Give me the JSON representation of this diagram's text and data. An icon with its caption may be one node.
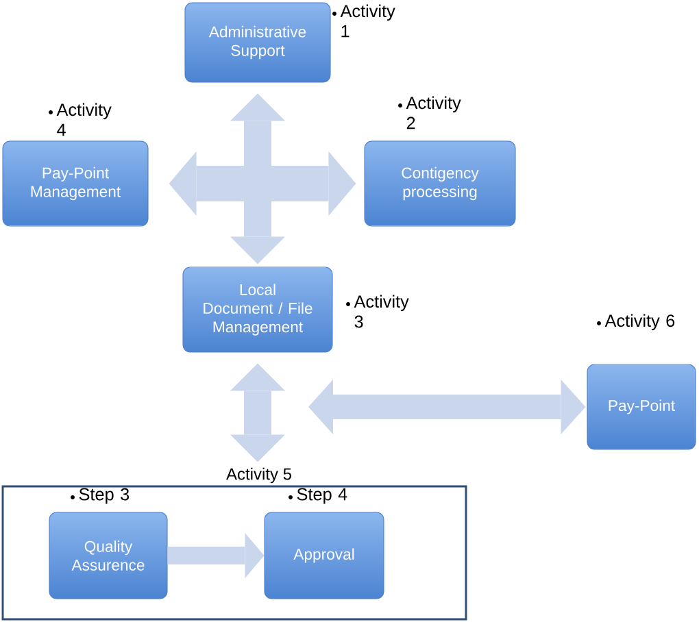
{
  "diagram": {
    "nodes": [
      {
        "text": [
          "Administrative Support"
        ],
        "beside": [
          "Activity 1"
        ]
      },
      {
        "text": [
          "Pay-Point Management"
        ],
        "beside": [
          "Activity 4"
        ]
      },
      {
        "text": [
          "Contigency processing"
        ],
        "beside": [
          "Activity 2"
        ]
      },
      {
        "text": [
          "Local Document / File Management"
        ],
        "beside": [
          "Activity 3"
        ]
      },
      {
        "text": [
          "Pay-Point"
        ],
        "beside": [
          "Activity 6"
        ]
      },
      {
        "text": [
          "Activity 5"
        ]
      },
      {
        "text": [
          "Quality Assurence"
        ],
        "beside": [
          "Step 3"
        ],
        "in": 5
      },
      {
        "text": [
          "Approval"
        ],
        "beside": [
          "Step 4"
        ],
        "in": 5
      }
    ],
    "edges": [
      {
        "from": 0,
        "to": 3,
        "arrow": "both"
      },
      {
        "from": 1,
        "to": 2,
        "arrow": "both"
      },
      {
        "from": 3,
        "to": 5,
        "arrow": "both"
      },
      {
        "from": null,
        "to": 4,
        "arrow": "both"
      },
      {
        "from": 6,
        "to": 7,
        "arrow": "to"
      }
    ]
  }
}
